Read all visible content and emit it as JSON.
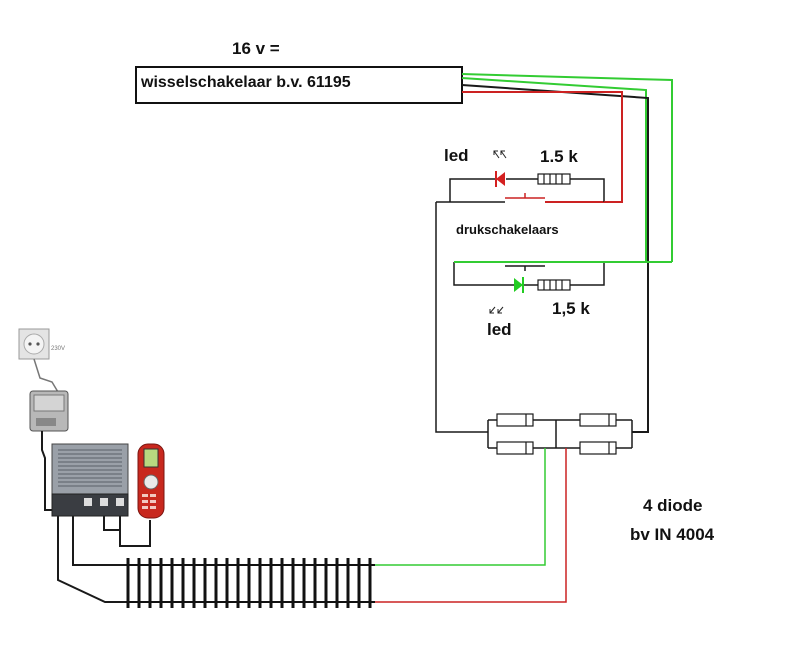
{
  "labels": {
    "voltage": "16 v =",
    "switch_box": "wisselschakelaar b.v. 61195",
    "led_top": "led",
    "resistor_top": "1.5 k",
    "pushbuttons": "drukschakelaars",
    "resistor_bottom": "1,5 k",
    "led_bottom": "led",
    "diode_count": "4 diode",
    "diode_type": "bv IN 4004",
    "mains_plate": "230V"
  },
  "colors": {
    "wire_black": "#1a1a1a",
    "wire_red": "#cc2222",
    "wire_green": "#33cc33",
    "led_red": "#d42020",
    "led_green": "#22cc22",
    "controller_red": "#c8281e"
  },
  "icons": [
    "wall-socket-icon",
    "power-transformer-icon",
    "central-station-icon",
    "handheld-controller-icon",
    "track-icon",
    "led-icon",
    "resistor-icon",
    "diode-icon",
    "pushbutton-icon"
  ]
}
